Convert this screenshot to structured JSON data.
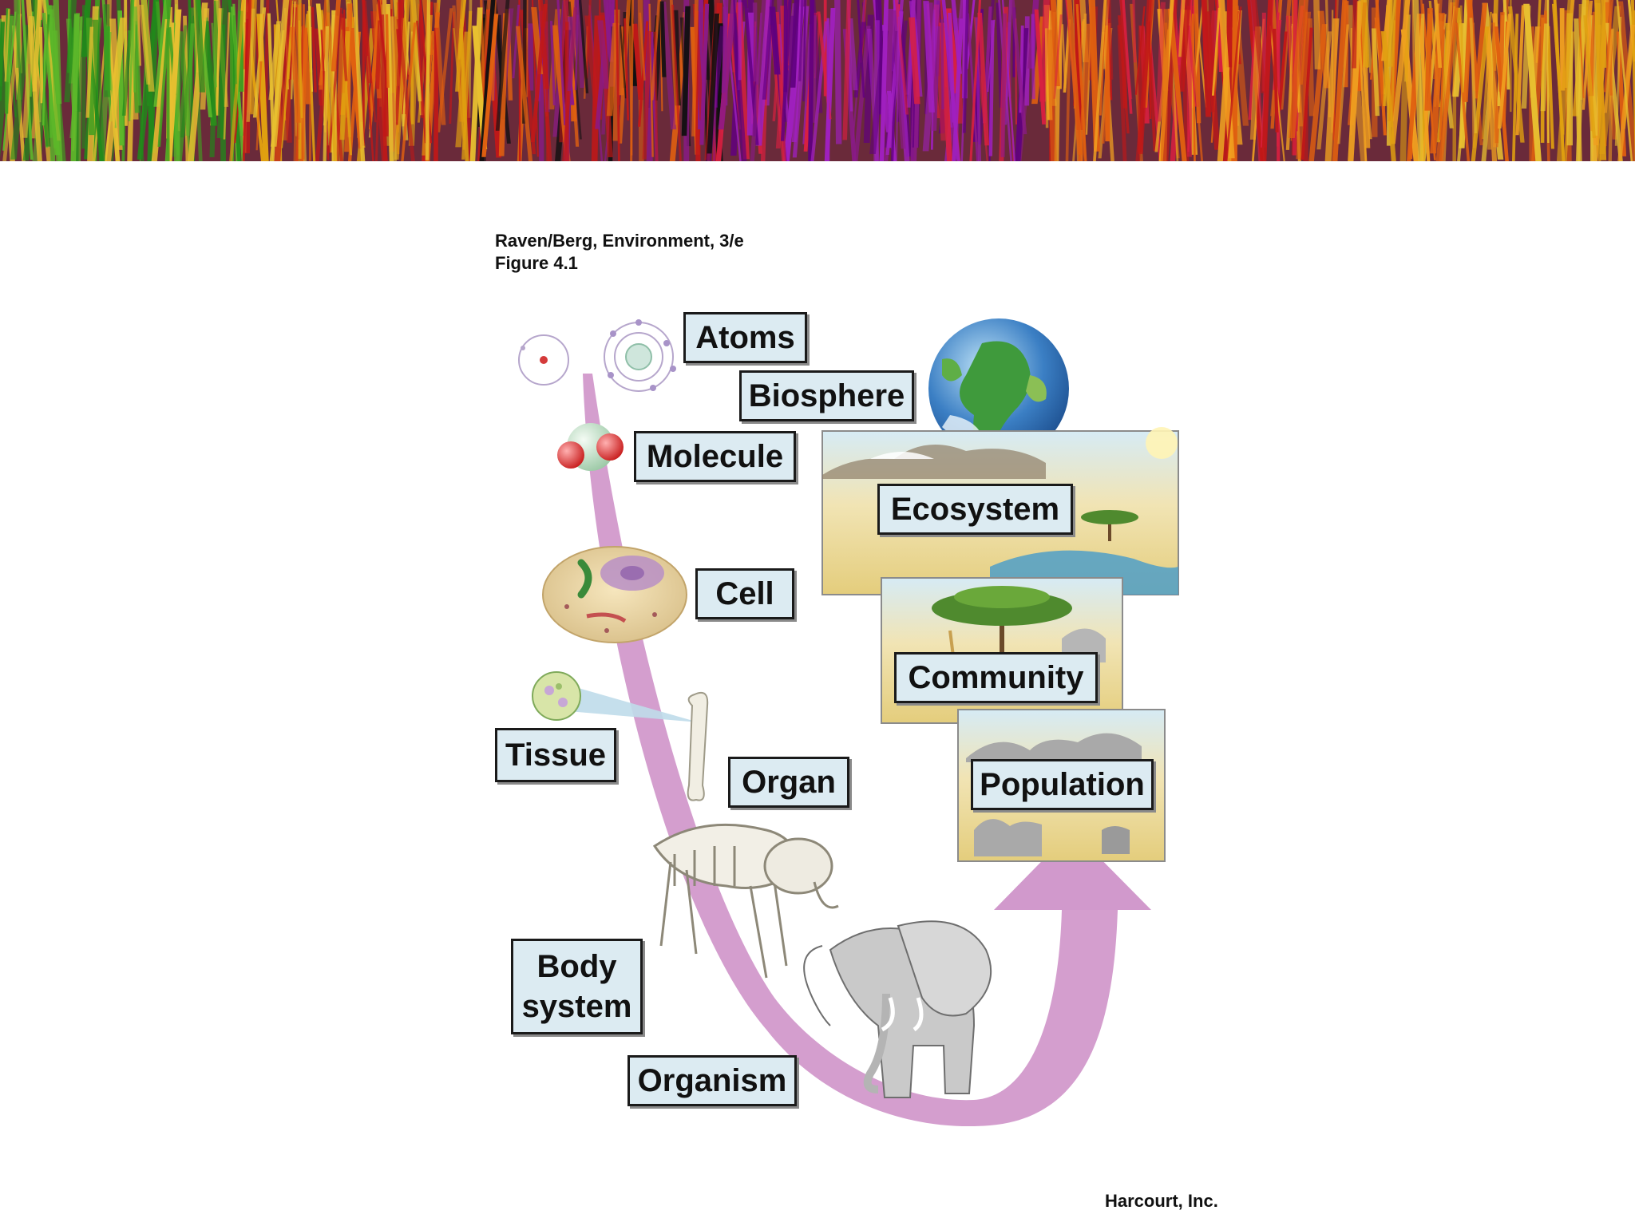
{
  "banner": {
    "colors": [
      "#1f8a1a",
      "#5cb82a",
      "#e0a010",
      "#e06010",
      "#c01818",
      "#8a1a8a",
      "#a020c0",
      "#d82040",
      "#f0a020",
      "#40a020",
      "#e8c030",
      "#600080",
      "#101010"
    ]
  },
  "caption": {
    "source": "Raven/Berg, Environment, 3/e",
    "figure": "Figure 4.1",
    "credit": "Harcourt, Inc."
  },
  "levels": {
    "atoms": "Atoms",
    "biosphere": "Biosphere",
    "molecule": "Molecule",
    "ecosystem": "Ecosystem",
    "cell": "Cell",
    "community": "Community",
    "tissue": "Tissue",
    "organ": "Organ",
    "population": "Population",
    "body_system_line1": "Body",
    "body_system_line2": "system",
    "organism": "Organism"
  },
  "colors": {
    "arrow": "#cf94c9",
    "label_fill": "#dcebf2",
    "savanna": "#e9d58a",
    "sky": "#cfe6f3",
    "ocean": "#3b7fc4",
    "land": "#3f9a3c"
  }
}
